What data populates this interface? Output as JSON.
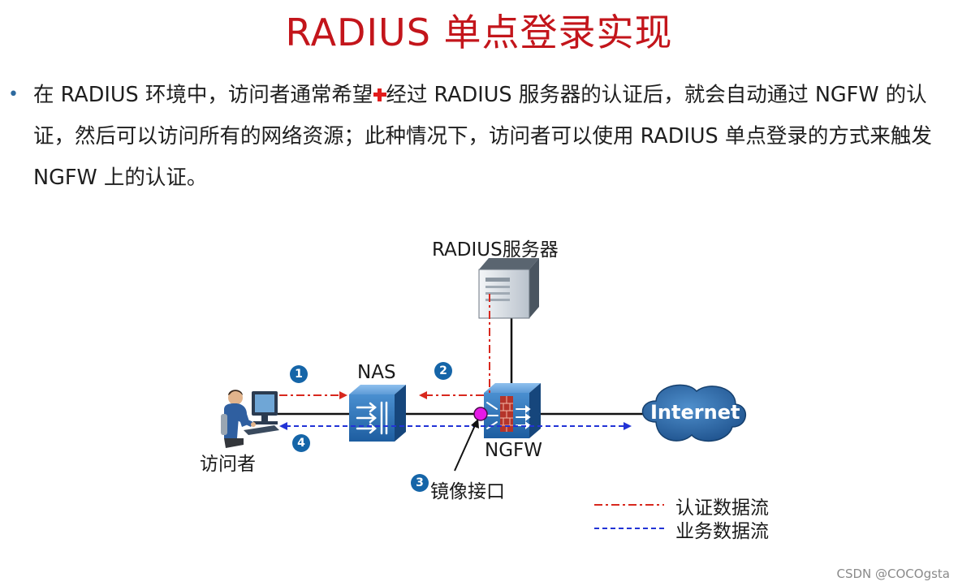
{
  "title": "RADIUS 单点登录实现",
  "paragraph": {
    "part1": "在 RADIUS 环境中，访问者通常希望",
    "part2": "经过 RADIUS 服务器的认证后，就会自动通过 NGFW 的认证，然后可以访问所有的网络资源；此种情况下，访问者可以使用 RADIUS 单点登录的方式来触发 NGFW 上的认证。"
  },
  "diagram": {
    "radius_server_label": "RADIUS服务器",
    "nas_label": "NAS",
    "ngfw_label": "NGFW",
    "internet_label": "Internet",
    "visitor_label": "访问者",
    "mirror_port_label": "镜像接口",
    "steps": [
      "1",
      "2",
      "3",
      "4"
    ]
  },
  "legend": {
    "auth_flow": "认证数据流",
    "service_flow": "业务数据流"
  },
  "colors": {
    "title": "#c3151b",
    "auth_flow": "#d8281e",
    "service_flow": "#2233d6",
    "step_badge": "#1565a8",
    "mirror_point": "#e619e6"
  },
  "watermark": "CSDN @COCOgsta"
}
